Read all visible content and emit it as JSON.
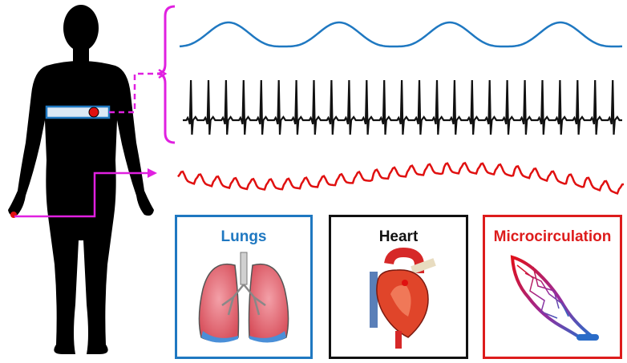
{
  "panels": {
    "lungs": {
      "label": "Lungs",
      "color": "#1f78c1"
    },
    "heart": {
      "label": "Heart",
      "color": "#111111"
    },
    "micro": {
      "label": "Microcirculation",
      "color": "#dd1c1c"
    }
  },
  "colors": {
    "silhouette": "#000000",
    "connector": "#e020e0",
    "respiration_wave": "#1f78c1",
    "ecg_wave": "#111111",
    "ppg_wave": "#e01010",
    "sensor_band": "#dbe8f5",
    "sensor_dot": "#e01010"
  },
  "icons": {
    "body": "human-silhouette-icon",
    "lungs": "lungs-icon",
    "heart": "heart-anatomy-icon",
    "micro": "capillary-bed-icon"
  }
}
